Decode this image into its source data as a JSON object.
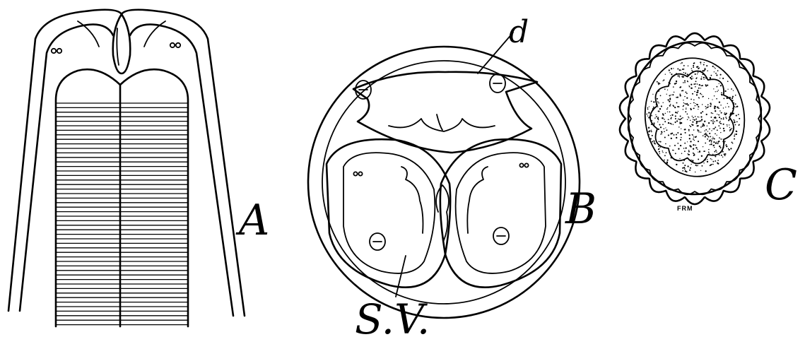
{
  "figure": {
    "panel_a": {
      "label": "A"
    },
    "panel_b": {
      "label": "B",
      "callout_d": "d",
      "callout_sv": "S.V."
    },
    "panel_c": {
      "label": "C",
      "initials": "FRM"
    }
  },
  "colors": {
    "ink": "#000000",
    "paper": "#ffffff"
  }
}
